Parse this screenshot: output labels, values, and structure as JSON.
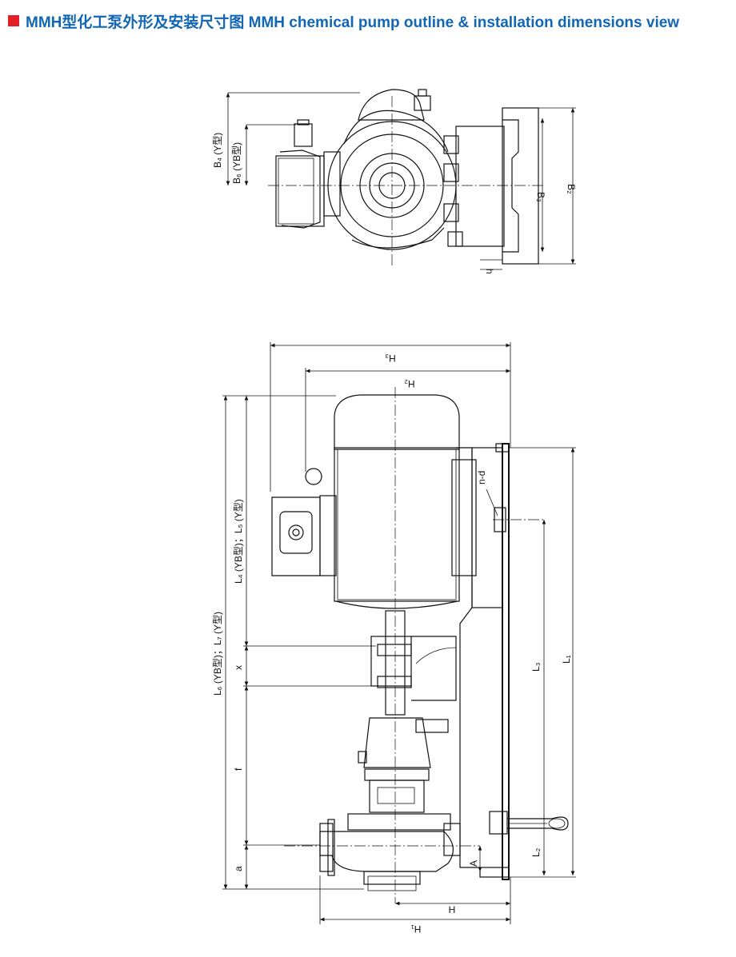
{
  "header": {
    "title": "MMH型化工泵外形及安装尺寸图 MMH chemical pump outline & installation dimensions view",
    "marker_color": "#e41e26",
    "title_color": "#1167b5"
  },
  "top_view_labels": {
    "b4": "B₄ (Y型)",
    "b6": "B₆ (YB型)",
    "b3": "B₃",
    "b2": "B₂",
    "h": "h"
  },
  "side_view_labels": {
    "h3": "H₃",
    "h2": "H₂",
    "l4_l5": "L₄ (YB型)；L₅ (Y型)",
    "l6_l7": "L₆ (YB型)；L₇ (Y型)",
    "x": "x",
    "f": "f",
    "a": "a",
    "nd": "n-d",
    "l3": "L₃",
    "l1": "L₁",
    "l2": "L₂",
    "A": "A",
    "H": "H",
    "h1": "H₁"
  }
}
